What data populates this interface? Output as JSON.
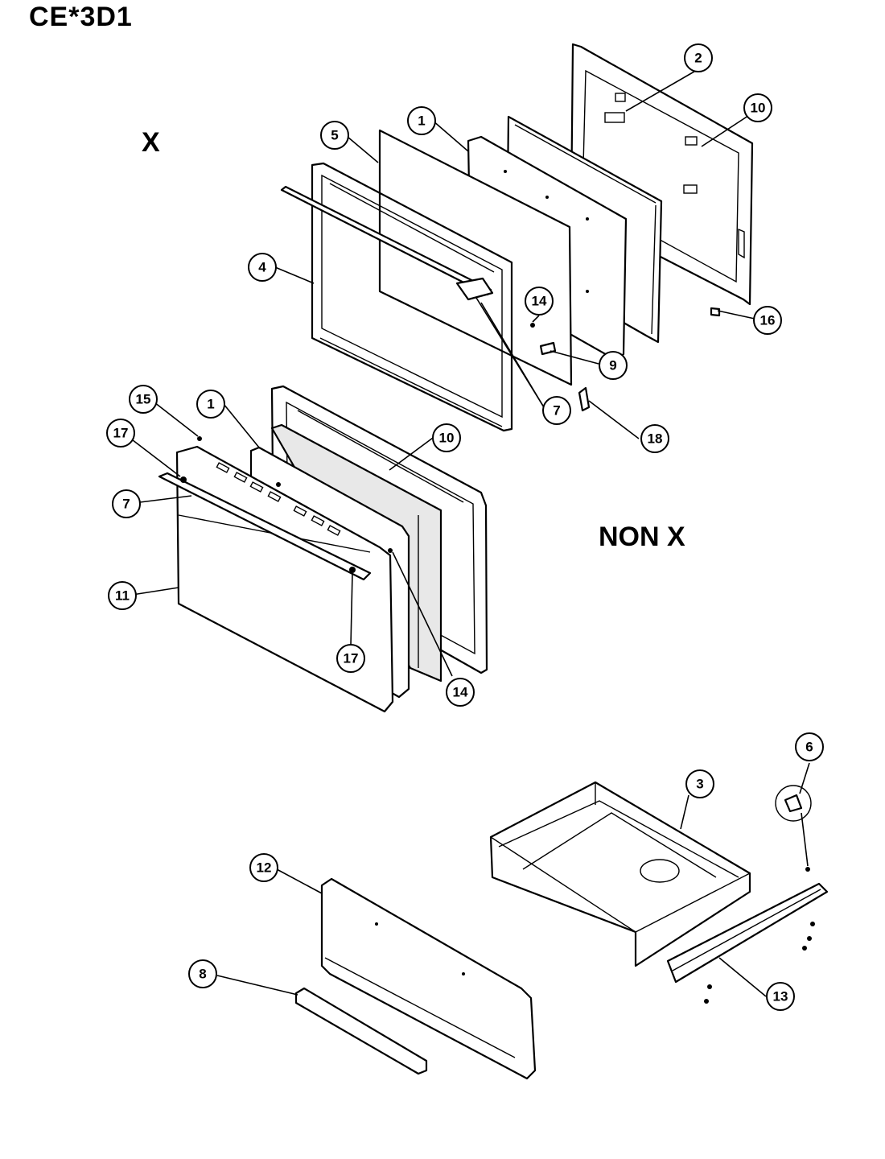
{
  "title": "CE*3D1",
  "sections": {
    "x_label": "X",
    "non_x_label": "NON X"
  },
  "callouts": [
    {
      "id": "c2",
      "label": "2"
    },
    {
      "id": "c10a",
      "label": "10"
    },
    {
      "id": "c1a",
      "label": "1"
    },
    {
      "id": "c5",
      "label": "5"
    },
    {
      "id": "c4",
      "label": "4"
    },
    {
      "id": "c14a",
      "label": "14"
    },
    {
      "id": "c16",
      "label": "16"
    },
    {
      "id": "c9",
      "label": "9"
    },
    {
      "id": "c7a",
      "label": "7"
    },
    {
      "id": "c18",
      "label": "18"
    },
    {
      "id": "c15",
      "label": "15"
    },
    {
      "id": "c1b",
      "label": "1"
    },
    {
      "id": "c17a",
      "label": "17"
    },
    {
      "id": "c10b",
      "label": "10"
    },
    {
      "id": "c7b",
      "label": "7"
    },
    {
      "id": "c11",
      "label": "11"
    },
    {
      "id": "c17b",
      "label": "17"
    },
    {
      "id": "c14b",
      "label": "14"
    },
    {
      "id": "c6",
      "label": "6"
    },
    {
      "id": "c3",
      "label": "3"
    },
    {
      "id": "c12",
      "label": "12"
    },
    {
      "id": "c8",
      "label": "8"
    },
    {
      "id": "c13",
      "label": "13"
    }
  ]
}
